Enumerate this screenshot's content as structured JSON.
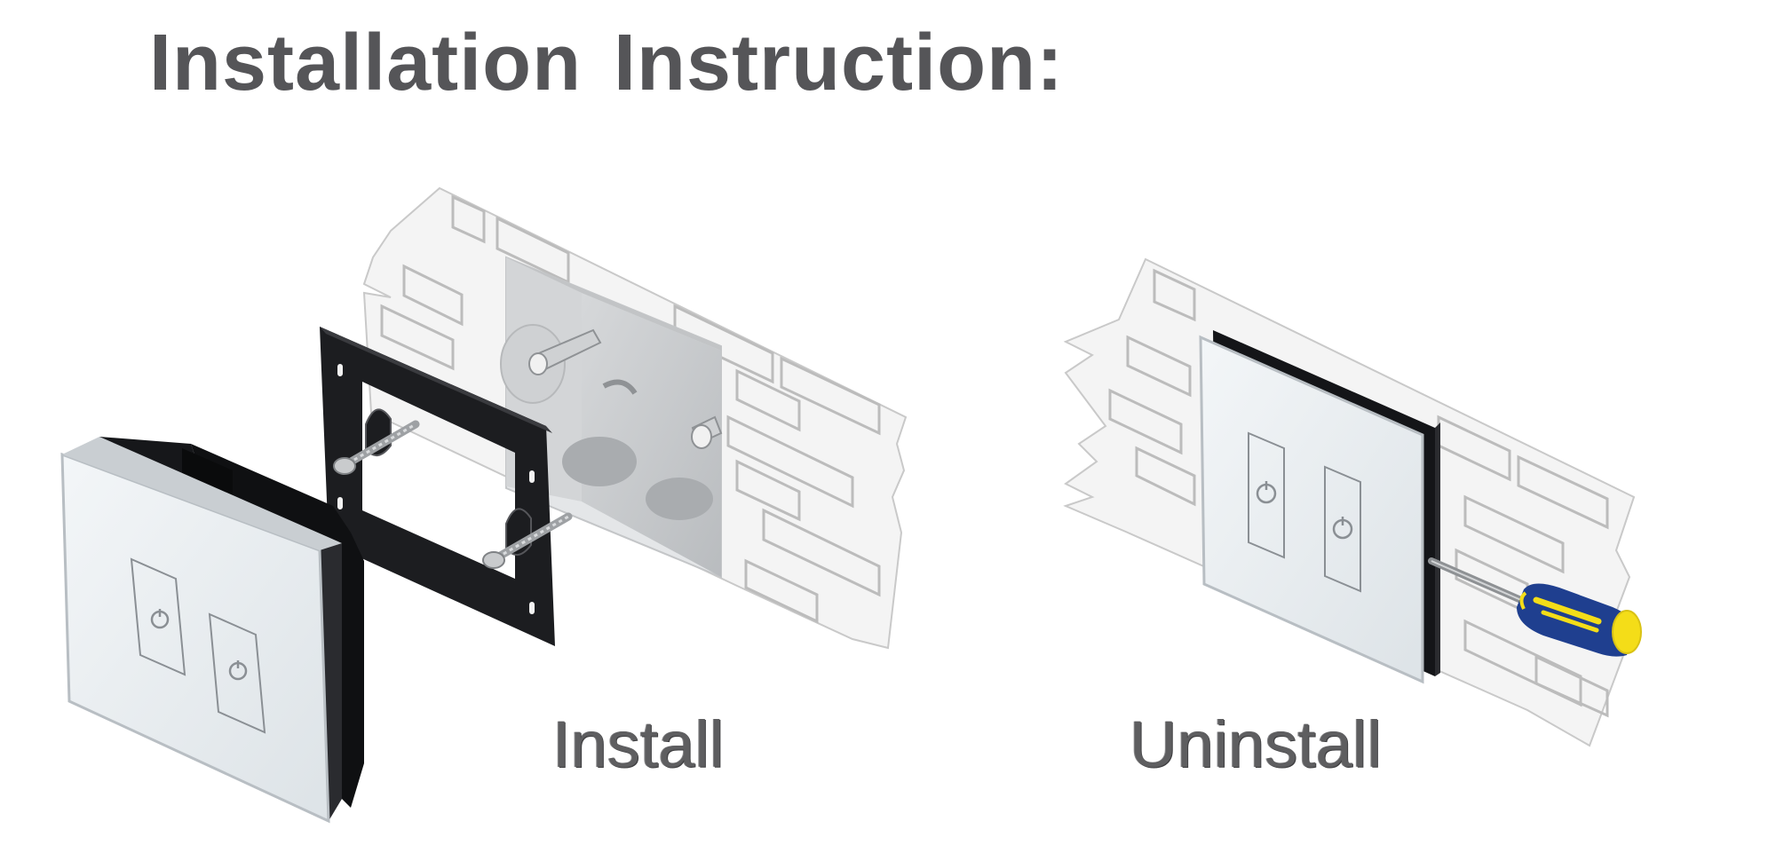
{
  "title": "Installation Instruction:",
  "panels": {
    "install": {
      "caption": "Install",
      "components": [
        "brick-wall",
        "electrical-box",
        "mounting-bracket",
        "screws",
        "touch-switch-panel"
      ]
    },
    "uninstall": {
      "caption": "Uninstall",
      "components": [
        "brick-wall",
        "installed-touch-switch",
        "screwdriver"
      ]
    }
  },
  "colors": {
    "title_text": "#555558",
    "caption_text": "#5e5e60",
    "panel_glass": "#e9eef1",
    "panel_body": "#111214",
    "brick_lines": "#b9b9b9",
    "wall_fill": "#f3f3f3",
    "box_fill": "#c6c9cc",
    "screwdriver_handle_blue": "#1f3f8f",
    "screwdriver_handle_yellow": "#f4dd18"
  }
}
